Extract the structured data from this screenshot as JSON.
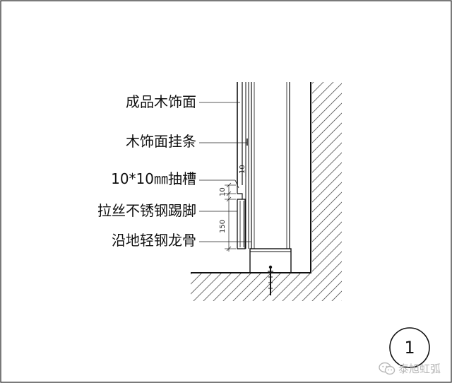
{
  "labels": [
    {
      "id": "finished-wood-facing",
      "text": "成品木饰面"
    },
    {
      "id": "wood-facing-hanging-strip",
      "text": "木饰面挂条"
    },
    {
      "id": "groove",
      "text": "10*10㎜抽槽"
    },
    {
      "id": "brushed-stainless-skirting",
      "text": "拉丝不锈钢踢脚"
    },
    {
      "id": "floor-light-steel-keel",
      "text": "沿地轻钢龙骨"
    }
  ],
  "dimensions": {
    "groove_top": "10",
    "groove_height": "10",
    "skirting_height": "150"
  },
  "detail_number": "1",
  "watermark": {
    "text": "泰旭虹弧",
    "icon": "wechat-icon"
  },
  "colors": {
    "line": "#1a1a1a",
    "hatch": "#555555",
    "watermark": "#b8b8b8"
  }
}
